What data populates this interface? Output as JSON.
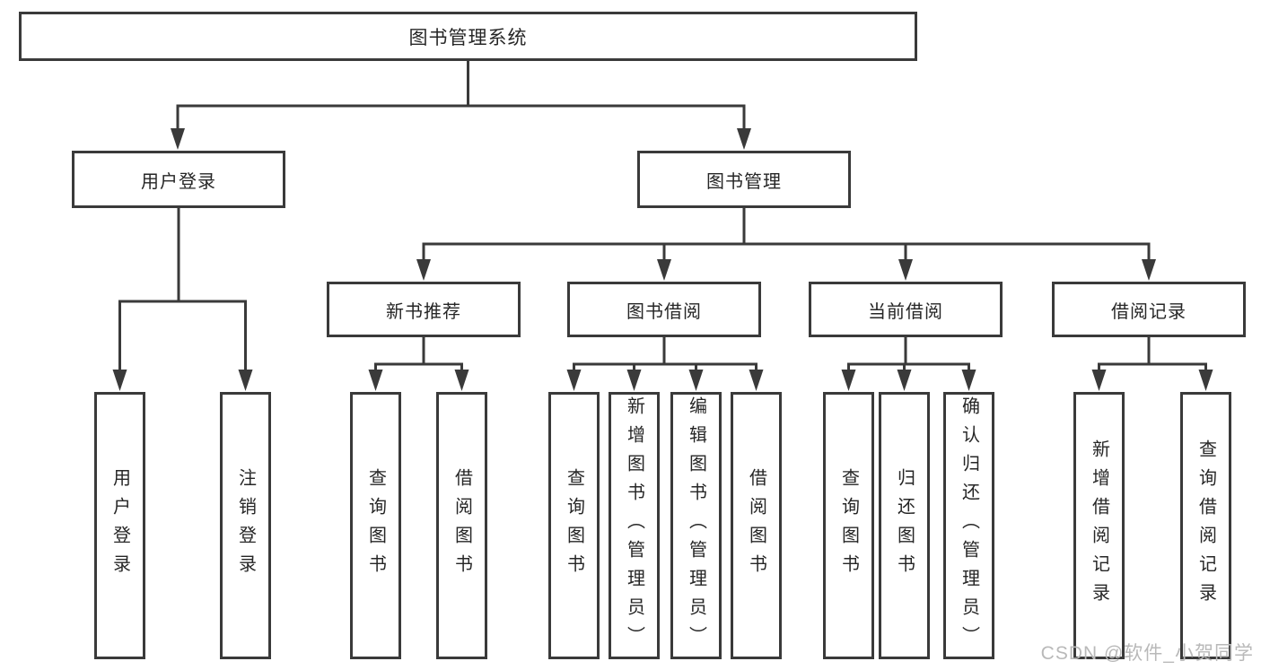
{
  "tree": {
    "root": {
      "label": "图书管理系统"
    },
    "level2": [
      {
        "label": "用户登录",
        "children": [
          {
            "label": "用户登录"
          },
          {
            "label": "注销登录"
          }
        ]
      },
      {
        "label": "图书管理",
        "children": [
          {
            "label": "新书推荐",
            "children": [
              {
                "label": "查询图书"
              },
              {
                "label": "借阅图书"
              }
            ]
          },
          {
            "label": "图书借阅",
            "children": [
              {
                "label": "查询图书"
              },
              {
                "label": "新增图书（管理员）"
              },
              {
                "label": "编辑图书（管理员）"
              },
              {
                "label": "借阅图书"
              }
            ]
          },
          {
            "label": "当前借阅",
            "children": [
              {
                "label": "查询图书"
              },
              {
                "label": "归还图书"
              },
              {
                "label": "确认归还（管理员）"
              }
            ]
          },
          {
            "label": "借阅记录",
            "children": [
              {
                "label": "新增借阅记录"
              },
              {
                "label": "查询借阅记录"
              }
            ]
          }
        ]
      }
    ]
  },
  "watermark": {
    "text": "CSDN @软件_小贺同学"
  },
  "colors": {
    "line": "#3a3a3a",
    "box_border": "#3a3a3a",
    "text": "#262626",
    "watermark": "#b9b9b9",
    "background": "#ffffff"
  }
}
